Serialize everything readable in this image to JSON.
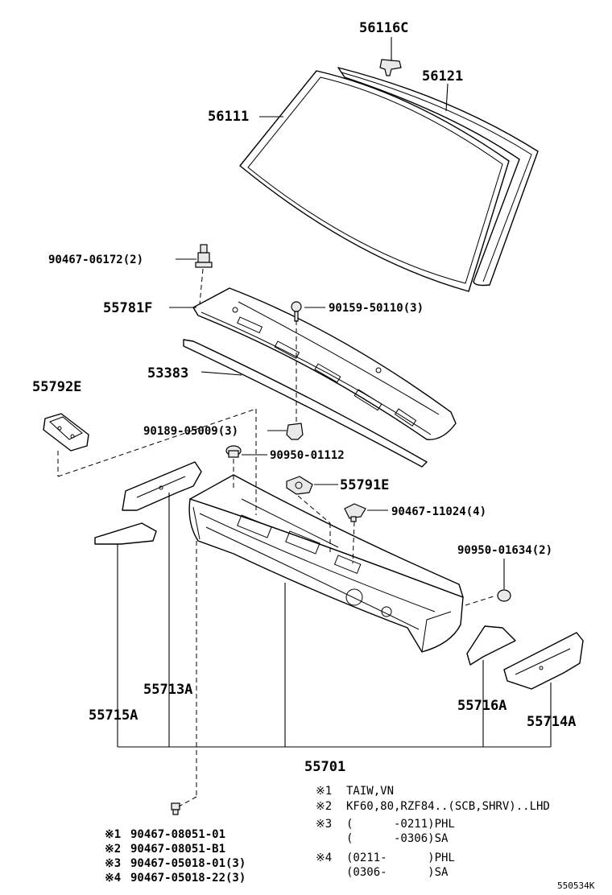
{
  "labels": {
    "p56116C": "56116C",
    "p56121": "56121",
    "p56111": "56111",
    "p90467_06172": "90467-06172(2)",
    "p55781F": "55781F",
    "p90159_50110": "90159-50110(3)",
    "p53383": "53383",
    "p55792E": "55792E",
    "p90189_05009": "90189-05009(3)",
    "p90950_01112": "90950-01112",
    "p55791E": "55791E",
    "p90467_11024": "90467-11024(4)",
    "p90950_01634": "90950-01634(2)",
    "p55713A": "55713A",
    "p55715A": "55715A",
    "p55716A": "55716A",
    "p55714A": "55714A",
    "p55701": "55701"
  },
  "notes": [
    {
      "mark": "※1",
      "text": "TAIW,VN"
    },
    {
      "mark": "※2",
      "text": "KF60,80,RZF84..(SCB,SHRV)..LHD"
    },
    {
      "mark": "※3",
      "text": "(      -0211)PHL"
    },
    {
      "mark": "",
      "text": "(      -0306)SA"
    },
    {
      "mark": "※4",
      "text": "(0211-      )PHL"
    },
    {
      "mark": "",
      "text": "(0306-      )SA"
    }
  ],
  "fastener_notes": [
    {
      "mark": "※1",
      "text": "90467-08051-01"
    },
    {
      "mark": "※2",
      "text": "90467-08051-B1"
    },
    {
      "mark": "※3",
      "text": "90467-05018-01(3)"
    },
    {
      "mark": "※4",
      "text": "90467-05018-22(3)"
    }
  ],
  "diagram_code": "550534K"
}
